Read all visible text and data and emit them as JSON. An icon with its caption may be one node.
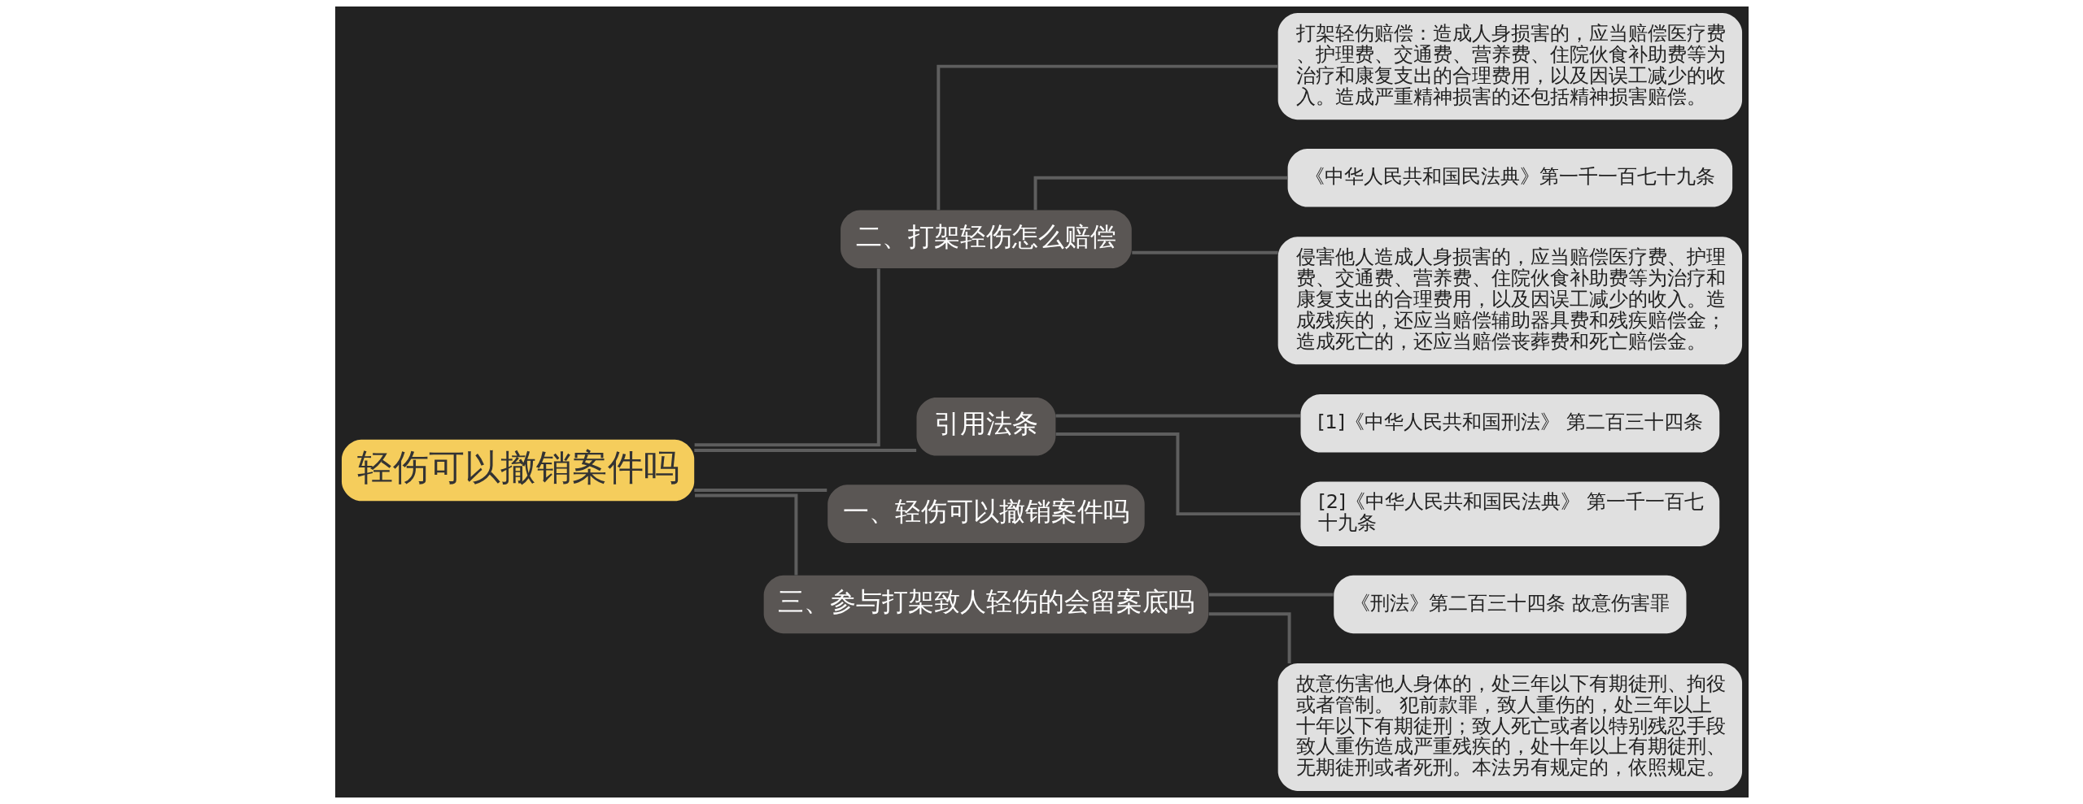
{
  "diagram": {
    "nodes": [
      {
        "text": [
          "轻伤可以撤销案件吗"
        ]
      },
      {
        "text": [
          "二、打架轻伤怎么赔偿"
        ]
      },
      {
        "text": [
          "打架轻伤赔偿：造成人身损害的，应当赔偿医疗费、护理费、交通费、营养费、住院伙食补助费等为治疗和康复支出的合理费用，以及因误工减少的收入。造成严重精神损害的还包括精神损害赔偿。"
        ]
      },
      {
        "text": [
          "《中华人民共和国民法典》第一千一百七十九条"
        ]
      },
      {
        "text": [
          "侵害他人造成人身损害的，应当赔偿医疗费、护理费、交通费、营养费、住院伙食补助费等为治疗和康复支出的合理费用，以及因误工减少的收入。造成残疾的，还应当赔偿辅助器具费和残疾赔偿金；造成死亡的，还应当赔偿丧葬费和死亡赔偿金。"
        ]
      },
      {
        "text": [
          "引用法条"
        ]
      },
      {
        "text": [
          "[1]《中华人民共和国刑法》 第二百三十四条"
        ]
      },
      {
        "text": [
          "[2]《中华人民共和国民法典》 第一千一百七十九条"
        ]
      },
      {
        "text": [
          "一、轻伤可以撤销案件吗"
        ]
      },
      {
        "text": [
          "三、参与打架致人轻伤的会留案底吗"
        ]
      },
      {
        "text": [
          "《刑法》第二百三十四条 故意伤害罪"
        ]
      },
      {
        "text": [
          "故意伤害他人身体的，处三年以下有期徒刑、拘役或者管制。 犯前款罪，致人重伤的，处三年以上十年以下有期徒刑；致人死亡或者以特别残忍手段致人重伤造成严重残疾的，处十年以上有期徒刑、无期徒刑或者死刑。本法另有规定的，依照规定。"
        ]
      }
    ],
    "edges": [
      {
        "from": 0,
        "to": 1,
        "arrow": "none"
      },
      {
        "from": 1,
        "to": 2,
        "arrow": "none"
      },
      {
        "from": 1,
        "to": 3,
        "arrow": "none"
      },
      {
        "from": 1,
        "to": 4,
        "arrow": "none"
      },
      {
        "from": 0,
        "to": 5,
        "arrow": "none"
      },
      {
        "from": 5,
        "to": 6,
        "arrow": "none"
      },
      {
        "from": 5,
        "to": 7,
        "arrow": "none"
      },
      {
        "from": 0,
        "to": 8,
        "arrow": "none"
      },
      {
        "from": 0,
        "to": 9,
        "arrow": "none"
      },
      {
        "from": 9,
        "to": 10,
        "arrow": "none"
      },
      {
        "from": 9,
        "to": 11,
        "arrow": "none"
      }
    ]
  }
}
